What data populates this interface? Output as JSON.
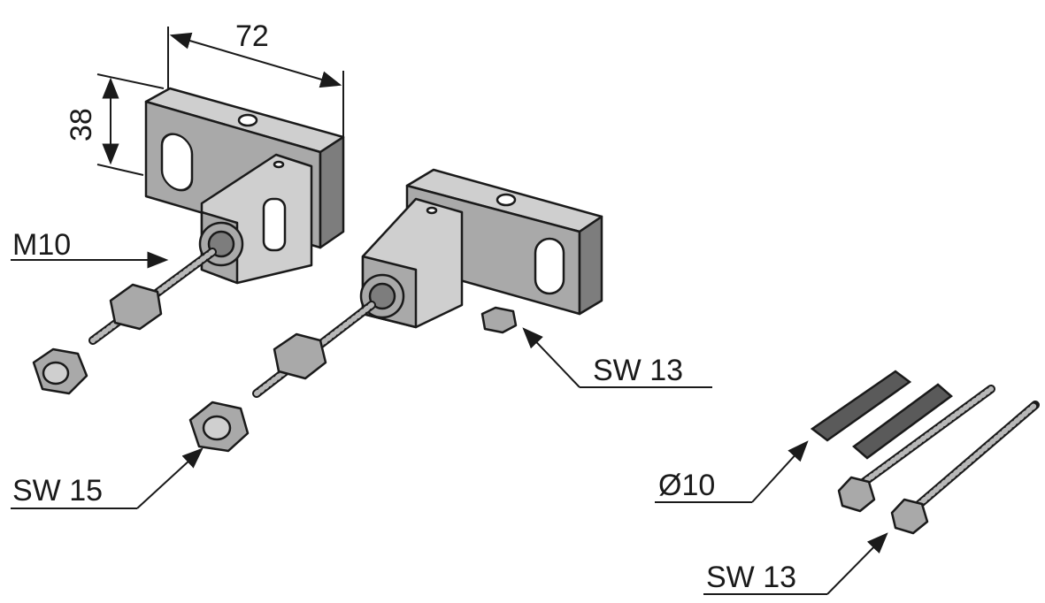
{
  "dimensions": {
    "width": "72",
    "height": "38"
  },
  "labels": {
    "thread": "M10",
    "adjust_nut": "SW 13",
    "lock_nut": "SW 15",
    "plug_diameter": "Ø10",
    "screw_head": "SW 13"
  },
  "colors": {
    "metal": "#a9a9a9",
    "plug": "#5a5a5a",
    "line": "#1a1a1a"
  }
}
